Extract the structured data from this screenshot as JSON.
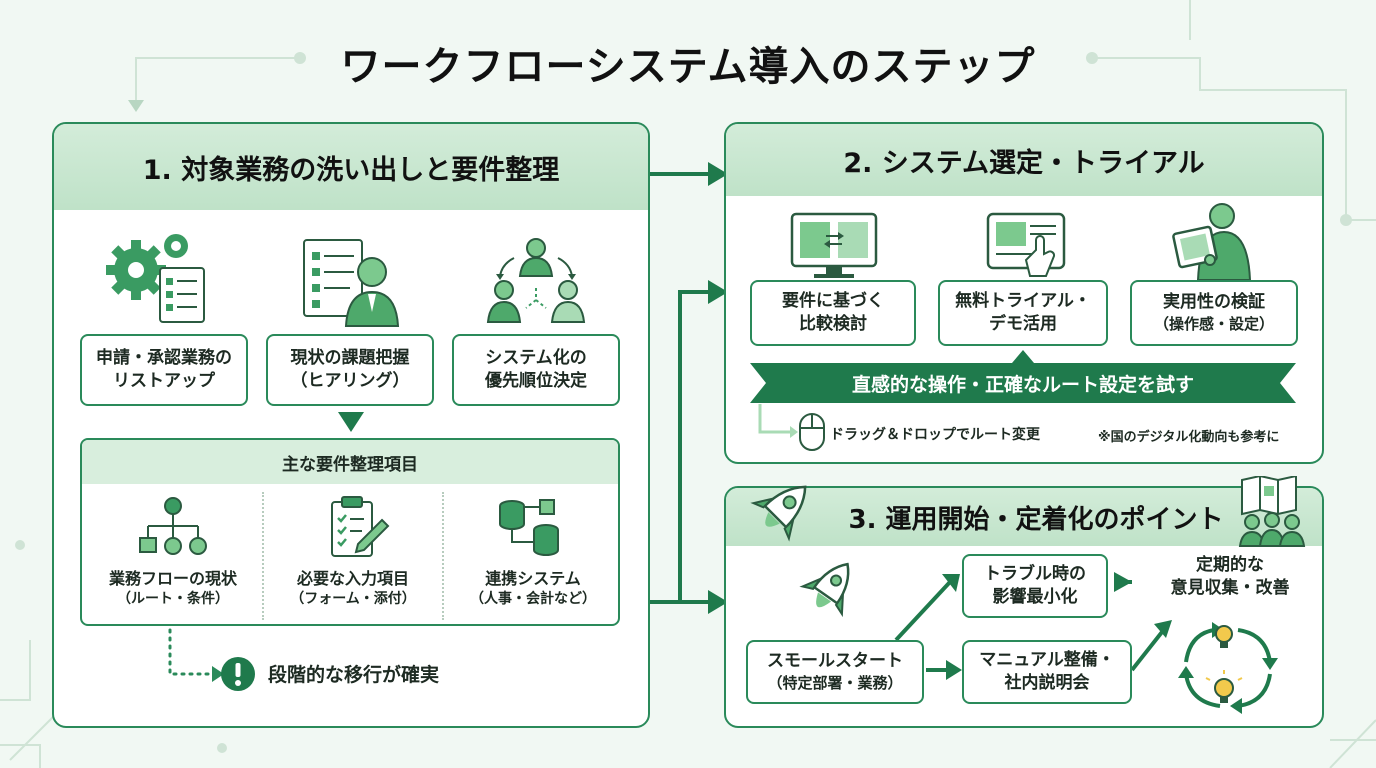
{
  "title": "ワークフローシステム導入のステップ",
  "step1": {
    "heading": "1. 対象業務の洗い出しと要件整理",
    "boxes": [
      {
        "label": "申請・承認業務の",
        "label2": "リストアップ",
        "icon": "gears-document-icon"
      },
      {
        "label": "現状の課題把握",
        "label2": "（ヒアリング）",
        "icon": "person-checklist-icon"
      },
      {
        "label": "システム化の",
        "label2": "優先順位決定",
        "icon": "team-cycle-icon"
      }
    ],
    "requirements": {
      "heading": "主な要件整理項目",
      "items": [
        {
          "label": "業務フローの現状",
          "sub": "（ルート・条件）",
          "icon": "flowchart-icon"
        },
        {
          "label": "必要な入力項目",
          "sub": "（フォーム・添付）",
          "icon": "clipboard-pencil-icon"
        },
        {
          "label": "連携システム",
          "sub": "（人事・会計など）",
          "icon": "database-sync-icon"
        }
      ]
    },
    "note": "段階的な移行が確実"
  },
  "step2": {
    "heading": "2. システム選定・トライアル",
    "boxes": [
      {
        "label": "要件に基づく",
        "label2": "比較検討",
        "icon": "monitor-compare-icon"
      },
      {
        "label": "無料トライアル・",
        "label2": "デモ活用",
        "icon": "tablet-touch-icon"
      },
      {
        "label": "実用性の検証",
        "label2": "（操作感・設定）",
        "icon": "person-tablet-icon"
      }
    ],
    "banner": "直感的な操作・正確なルート設定を試す",
    "drag_note": "ドラッグ＆ドロップでルート変更",
    "gov_note": "※国のデジタル化動向も参考に"
  },
  "step3": {
    "heading": "3. 運用開始・定着化のポイント",
    "start": {
      "label": "スモールスタート",
      "sub": "（特定部署・業務）"
    },
    "trouble": {
      "label": "トラブル時の",
      "label2": "影響最小化"
    },
    "manual": {
      "label": "マニュアル整備・",
      "label2": "社内説明会"
    },
    "feedback": {
      "label": "定期的な",
      "label2": "意見収集・改善"
    }
  },
  "colors": {
    "primary": "#2a8a5a",
    "accent": "#1f7a4c",
    "light": "#cfe9d6",
    "background": "#f1f8f3"
  }
}
